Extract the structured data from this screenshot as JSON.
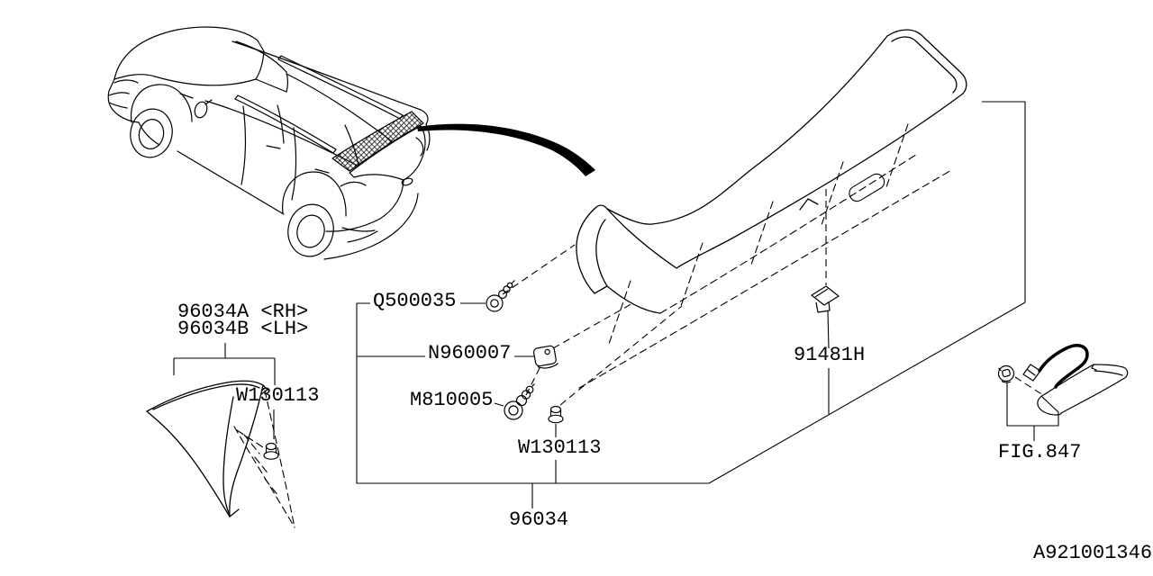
{
  "diagram": {
    "title": "Roof spoiler exploded parts diagram",
    "drawing_number": "A921001346",
    "background_color": "#ffffff",
    "line_color": "#000000",
    "callouts": {
      "corner_spoiler_rh": "96034A <RH>",
      "corner_spoiler_lh": "96034B <LH>",
      "corner_clip": "W130113",
      "screw": "Q500035",
      "spacer_nut": "N960007",
      "bolt": "M810005",
      "center_clip": "W130113",
      "roof_spoiler": "96034",
      "square_clip": "91481H",
      "figure_reference": "FIG.847"
    },
    "icons": {
      "screw": "screw-icon",
      "spacer_nut": "spacer-nut-icon",
      "bolt": "bolt-icon",
      "clip": "clip-icon",
      "square_clip": "square-clip-icon",
      "grommet": "grommet-icon",
      "location_arrow": "location-arrow-icon"
    }
  }
}
